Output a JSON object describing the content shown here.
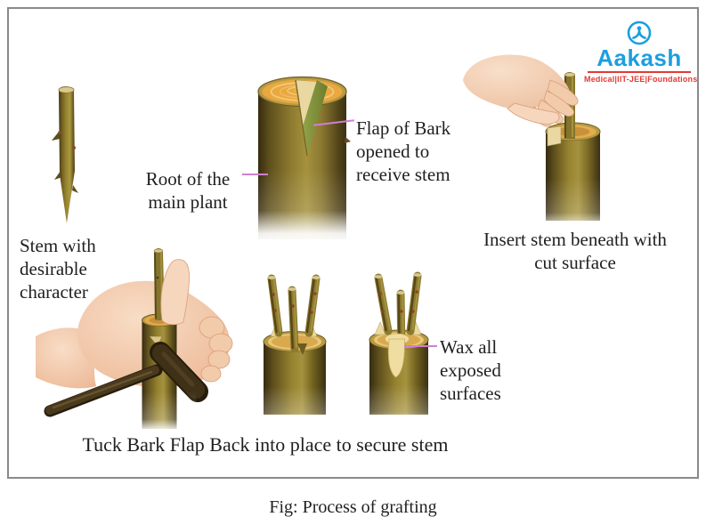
{
  "header": {
    "logo": {
      "brand": "Aakash",
      "tagline": "Medical|IIT-JEE|Foundations",
      "brand_color": "#1b9fe0",
      "tagline_color": "#e23b33"
    }
  },
  "diagram": {
    "labels": {
      "stem_cutting": "Stem with desirable character",
      "rootstock": "Root of the main plant",
      "bark_flap": "Flap of Bark opened to receive stem",
      "insert_stem": "Insert stem beneath with cut surface",
      "tuck_bark": "Tuck Bark Flap Back into place to secure stem",
      "wax": "Wax all exposed surfaces"
    },
    "colors": {
      "leader_line": "#cf7fd2",
      "frame_border": "#8a8a8a",
      "text": "#1f1f1f"
    }
  },
  "caption": "Fig: Process of grafting"
}
